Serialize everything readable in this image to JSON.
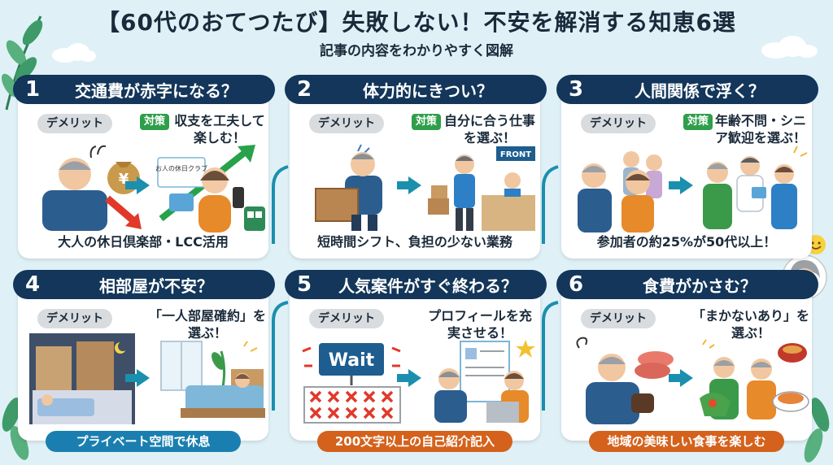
{
  "title": "【60代のおてつたび】失敗しない！不安を解消する知恵6選",
  "subtitle": "記事の内容をわかりやすく図解",
  "demerit_label": "デメリット",
  "taisaku_label": "対策",
  "cards": [
    {
      "num": "1",
      "heading": "交通費が赤字になる？",
      "advice": "収支を工夫して楽しむ！",
      "caption": "大人の休日倶楽部・LCC活用",
      "sign_text": "お人の休日クラブ"
    },
    {
      "num": "2",
      "heading": "体力的にきつい？",
      "advice": "自分に合う仕事を選ぶ！",
      "caption": "短時間シフト、負担の少ない業務",
      "sign_text": "FRONT"
    },
    {
      "num": "3",
      "heading": "人間関係で浮く？",
      "advice": "年齢不問・シニア歓迎を選ぶ！",
      "caption": "参加者の約25%が50代以上！"
    },
    {
      "num": "4",
      "heading": "相部屋が不安？",
      "advice": "「一人部屋確約」を選ぶ！",
      "banner": "プライベート空間で休息"
    },
    {
      "num": "5",
      "heading": "人気案件がすぐ終わる？",
      "advice": "プロフィールを充実させる！",
      "banner": "200文字以上の自己紹介記入",
      "sign_text": "Wait"
    },
    {
      "num": "6",
      "heading": "食費がかさむ？",
      "advice": "「まかないあり」を選ぶ！",
      "banner": "地域の美味しい食事を楽しむ"
    }
  ]
}
